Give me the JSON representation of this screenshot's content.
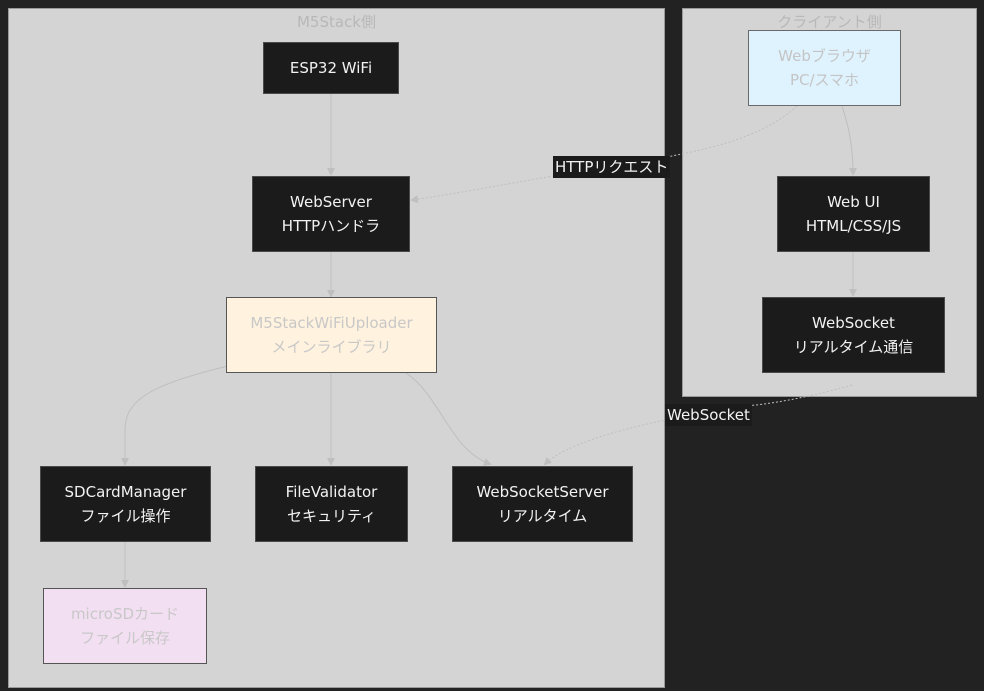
{
  "clusters": {
    "m5stack": {
      "title": "M5Stack側"
    },
    "client": {
      "title": "クライアント側"
    }
  },
  "nodes": {
    "esp32": {
      "line1": "ESP32 WiFi"
    },
    "webserver": {
      "line1": "WebServer",
      "line2": "HTTPハンドラ"
    },
    "uploader": {
      "line1": "M5StackWiFiUploader",
      "line2": "メインライブラリ"
    },
    "sdcard": {
      "line1": "SDCardManager",
      "line2": "ファイル操作"
    },
    "validator": {
      "line1": "FileValidator",
      "line2": "セキュリティ"
    },
    "wsserver": {
      "line1": "WebSocketServer",
      "line2": "リアルタイム"
    },
    "microsd": {
      "line1": "microSDカード",
      "line2": "ファイル保存"
    },
    "browser": {
      "line1": "Webブラウザ",
      "line2": "PC/スマホ"
    },
    "webui": {
      "line1": "Web UI",
      "line2": "HTML/CSS/JS"
    },
    "wsclient": {
      "line1": "WebSocket",
      "line2": "リアルタイム通信"
    }
  },
  "edges": {
    "http_label": "HTTPリクエスト",
    "ws_label": "WebSocket"
  },
  "colors": {
    "background": "#222222",
    "cluster": "#d4d4d4",
    "node_dark": "#1b1b1b",
    "node_library": "#fff2de",
    "node_browser": "#dff3ff",
    "node_storage": "#f3dff2",
    "edge": "#bfbfbf"
  }
}
